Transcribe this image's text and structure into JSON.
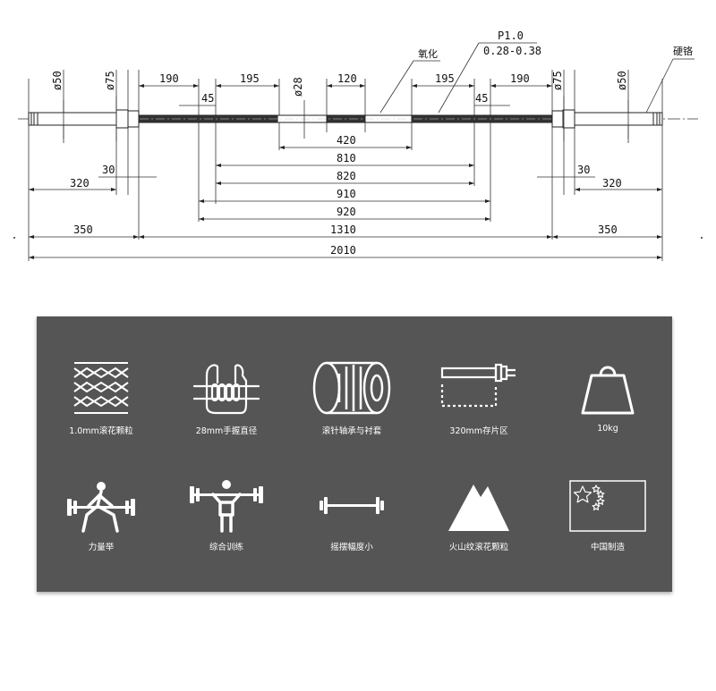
{
  "drawing": {
    "notes": {
      "oxidation": "氧化",
      "hard_chrome": "硬铬",
      "fillet": "P1.0",
      "plating": "0.28-0.38"
    },
    "diameters": {
      "sleeve_end": "ø50",
      "collar": "ø75",
      "shaft": "ø28"
    },
    "dims": {
      "d190": "190",
      "d195": "195",
      "d45": "45",
      "d120": "120",
      "d420": "420",
      "d810": "810",
      "d820": "820",
      "d910": "910",
      "d920": "920",
      "d30": "30",
      "d320": "320",
      "d350": "350",
      "d1310": "1310",
      "d2010": "2010"
    }
  },
  "features": [
    {
      "icon": "knurl-icon",
      "label": "1.0mm滚花颗粒"
    },
    {
      "icon": "grip-icon",
      "label": "28mm手握直径"
    },
    {
      "icon": "bearing-icon",
      "label": "滚针轴承与衬套"
    },
    {
      "icon": "sleeve-icon",
      "label": "320mm存片区"
    },
    {
      "icon": "weight-icon",
      "label": "10kg"
    },
    {
      "icon": "powerlifting-icon",
      "label": "力量举"
    },
    {
      "icon": "training-icon",
      "label": "综合训练"
    },
    {
      "icon": "whip-icon",
      "label": "摇摆幅度小"
    },
    {
      "icon": "volcano-icon",
      "label": "火山纹滚花颗粒"
    },
    {
      "icon": "china-flag-icon",
      "label": "中国制造"
    }
  ],
  "colors": {
    "panel": "#555555",
    "icon": "#ffffff"
  }
}
